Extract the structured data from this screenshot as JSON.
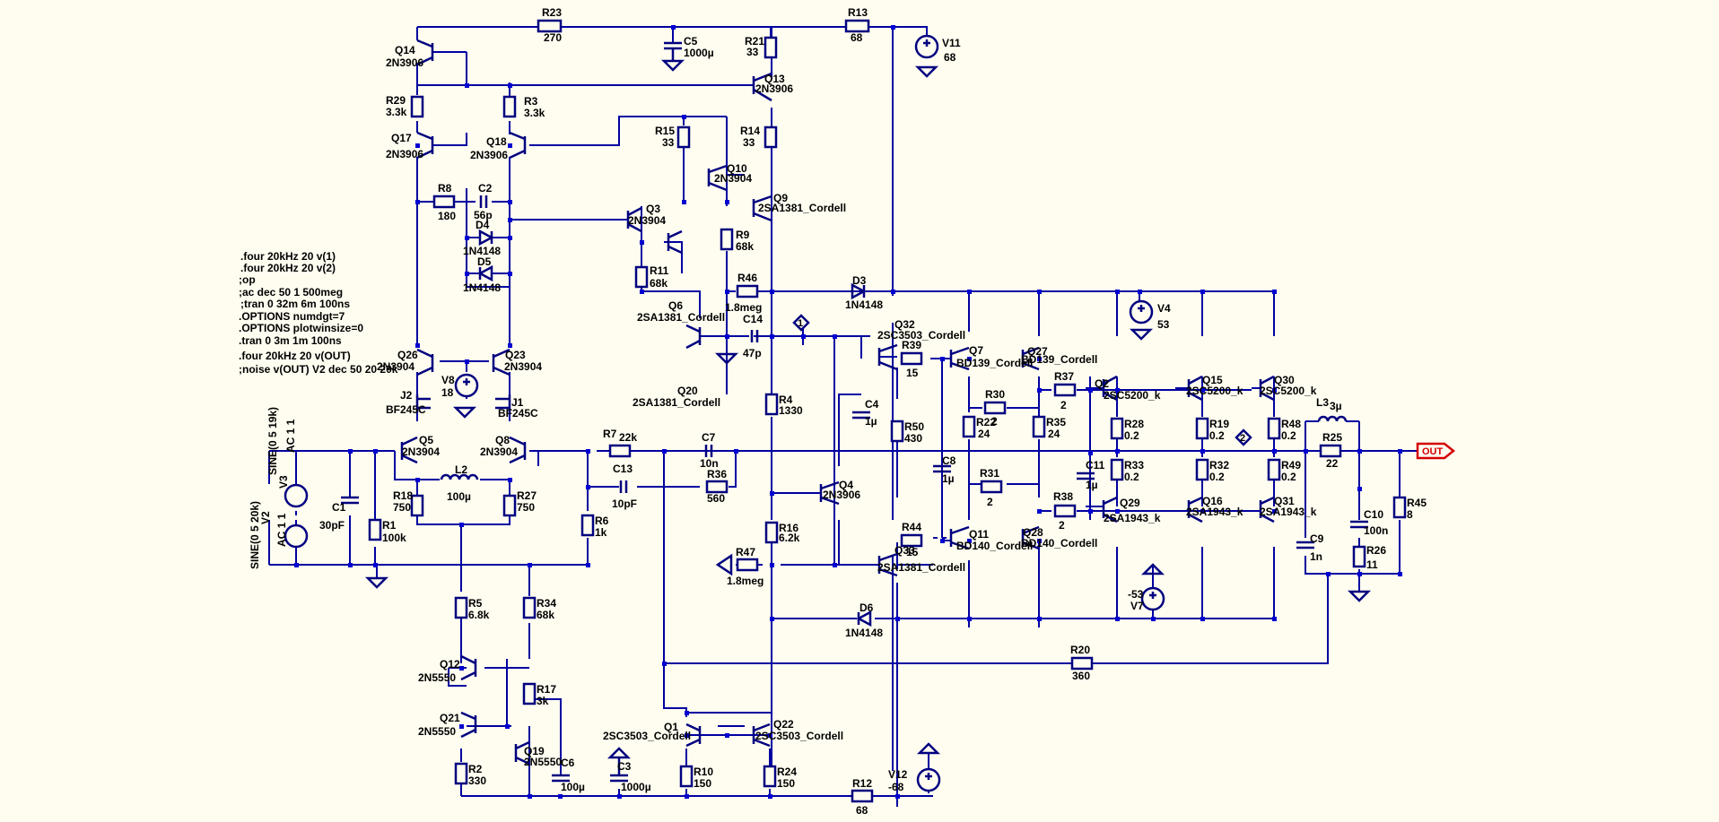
{
  "directives": [
    ".four 20kHz 20 v(1)",
    ".four 20kHz 20 v(2)",
    ";op",
    ";ac dec 50 1 500meg",
    ";tran 0 32m 6m 100ns",
    ".OPTIONS numdgt=7",
    ".OPTIONS plotwinsize=0",
    ".tran 0 3m 1m 100ns",
    ".four 20kHz 20 v(OUT)",
    ";noise v(OUT) V2 dec 50 20 20k"
  ],
  "resistors": [
    {
      "ref": "R23",
      "value": "270"
    },
    {
      "ref": "R13",
      "value": "68"
    },
    {
      "ref": "R21",
      "value": "33"
    },
    {
      "ref": "R29",
      "value": "3.3k"
    },
    {
      "ref": "R3",
      "value": "3.3k"
    },
    {
      "ref": "R15",
      "value": "33"
    },
    {
      "ref": "R14",
      "value": "33"
    },
    {
      "ref": "R8",
      "value": "180"
    },
    {
      "ref": "R9",
      "value": "68k"
    },
    {
      "ref": "R11",
      "value": "68k"
    },
    {
      "ref": "R46",
      "value": "1.8meg"
    },
    {
      "ref": "R39",
      "value": "15"
    },
    {
      "ref": "R37",
      "value": "2"
    },
    {
      "ref": "R30",
      "value": "2"
    },
    {
      "ref": "R22",
      "value": "24"
    },
    {
      "ref": "R35",
      "value": "24"
    },
    {
      "ref": "R28",
      "value": "0.2"
    },
    {
      "ref": "R19",
      "value": "0.2"
    },
    {
      "ref": "R48",
      "value": "0.2"
    },
    {
      "ref": "R33",
      "value": "0.2"
    },
    {
      "ref": "R32",
      "value": "0.2"
    },
    {
      "ref": "R49",
      "value": "0.2"
    },
    {
      "ref": "R25",
      "value": "22"
    },
    {
      "ref": "R45",
      "value": "8"
    },
    {
      "ref": "R26",
      "value": "11"
    },
    {
      "ref": "R4",
      "value": "1330"
    },
    {
      "ref": "R50",
      "value": "430"
    },
    {
      "ref": "R7",
      "value": "22k"
    },
    {
      "ref": "R36",
      "value": "560"
    },
    {
      "ref": "R31",
      "value": "2"
    },
    {
      "ref": "R38",
      "value": "2"
    },
    {
      "ref": "R16",
      "value": "6.2k"
    },
    {
      "ref": "R47",
      "value": "1.8meg"
    },
    {
      "ref": "R44",
      "value": "15"
    },
    {
      "ref": "R18",
      "value": "750"
    },
    {
      "ref": "R27",
      "value": "750"
    },
    {
      "ref": "R1",
      "value": "100k"
    },
    {
      "ref": "R6",
      "value": "1k"
    },
    {
      "ref": "R5",
      "value": "6.8k"
    },
    {
      "ref": "R34",
      "value": "68k"
    },
    {
      "ref": "R17",
      "value": "3k"
    },
    {
      "ref": "R2",
      "value": "330"
    },
    {
      "ref": "R10",
      "value": "150"
    },
    {
      "ref": "R24",
      "value": "150"
    },
    {
      "ref": "R12",
      "value": "68"
    },
    {
      "ref": "R20",
      "value": "360"
    }
  ],
  "capacitors": [
    {
      "ref": "C5",
      "value": "1000µ"
    },
    {
      "ref": "C2",
      "value": "56p"
    },
    {
      "ref": "C14",
      "value": "47p"
    },
    {
      "ref": "C4",
      "value": "1µ"
    },
    {
      "ref": "C8",
      "value": "1µ"
    },
    {
      "ref": "C11",
      "value": "1µ"
    },
    {
      "ref": "C7",
      "value": "10n"
    },
    {
      "ref": "C13",
      "value": "10pF"
    },
    {
      "ref": "C1",
      "value": "30pF"
    },
    {
      "ref": "C9",
      "value": "1n"
    },
    {
      "ref": "C10",
      "value": "100n"
    },
    {
      "ref": "C6",
      "value": "100µ"
    },
    {
      "ref": "C3",
      "value": "1000µ"
    }
  ],
  "transistors": [
    {
      "ref": "Q14",
      "model": "2N3906"
    },
    {
      "ref": "Q13",
      "model": "2N3906"
    },
    {
      "ref": "Q17",
      "model": "2N3906"
    },
    {
      "ref": "Q18",
      "model": "2N3906"
    },
    {
      "ref": "Q10",
      "model": "2N3904"
    },
    {
      "ref": "Q9",
      "model": "2SA1381_Cordell"
    },
    {
      "ref": "Q3",
      "model": "2N3904"
    },
    {
      "ref": "Q6",
      "model": "2SA1381_Cordell"
    },
    {
      "ref": "Q32",
      "model": "2SC3503_Cordell"
    },
    {
      "ref": "Q7",
      "model": "BD139_Cordell"
    },
    {
      "ref": "Q27",
      "model": "BD139_Cordell"
    },
    {
      "ref": "Q2",
      "model": "2SC5200_k"
    },
    {
      "ref": "Q15",
      "model": "2SC5200_k"
    },
    {
      "ref": "Q30",
      "model": "2SC5200_k"
    },
    {
      "ref": "Q26",
      "model": "2N3904"
    },
    {
      "ref": "Q23",
      "model": "2N3904"
    },
    {
      "ref": "J2",
      "model": "BF245C"
    },
    {
      "ref": "J1",
      "model": "BF245C"
    },
    {
      "ref": "Q20",
      "model": "2SA1381_Cordell"
    },
    {
      "ref": "Q5",
      "model": "2N3904"
    },
    {
      "ref": "Q8",
      "model": "2N3904"
    },
    {
      "ref": "Q4",
      "model": "2N3906"
    },
    {
      "ref": "Q29",
      "model": "2SA1943_k"
    },
    {
      "ref": "Q16",
      "model": "2SA1943_k"
    },
    {
      "ref": "Q31",
      "model": "2SA1943_k"
    },
    {
      "ref": "Q11",
      "model": "BD140_Cordell"
    },
    {
      "ref": "Q28",
      "model": "BD140_Cordell"
    },
    {
      "ref": "Q33",
      "model": "2SA1381_Cordell"
    },
    {
      "ref": "Q12",
      "model": "2N5550"
    },
    {
      "ref": "Q21",
      "model": "2N5550"
    },
    {
      "ref": "Q19",
      "model": "2N5550"
    },
    {
      "ref": "Q1",
      "model": "2SC3503_Cordell"
    },
    {
      "ref": "Q22",
      "model": "2SC3503_Cordell"
    }
  ],
  "diodes": [
    {
      "ref": "D4",
      "model": "1N4148"
    },
    {
      "ref": "D5",
      "model": "1N4148"
    },
    {
      "ref": "D3",
      "model": "1N4148"
    },
    {
      "ref": "D6",
      "model": "1N4148"
    }
  ],
  "inductors": [
    {
      "ref": "L2",
      "value": "100µ"
    },
    {
      "ref": "L3",
      "value": "3µ"
    }
  ],
  "sources": [
    {
      "ref": "V11",
      "value": "68"
    },
    {
      "ref": "V4",
      "value": "53"
    },
    {
      "ref": "V8",
      "value": "18"
    },
    {
      "ref": "V7",
      "value": "-53"
    },
    {
      "ref": "V12",
      "value": "-68"
    },
    {
      "ref": "V3",
      "spec1": "SINE(0 5 19k)",
      "spec2": "AC 1 1"
    },
    {
      "ref": "V2",
      "spec1": "SINE(0 5 20k)",
      "spec2": "AC 1 1"
    }
  ],
  "net_labels": [
    "1",
    "2"
  ],
  "output_port": "OUT"
}
